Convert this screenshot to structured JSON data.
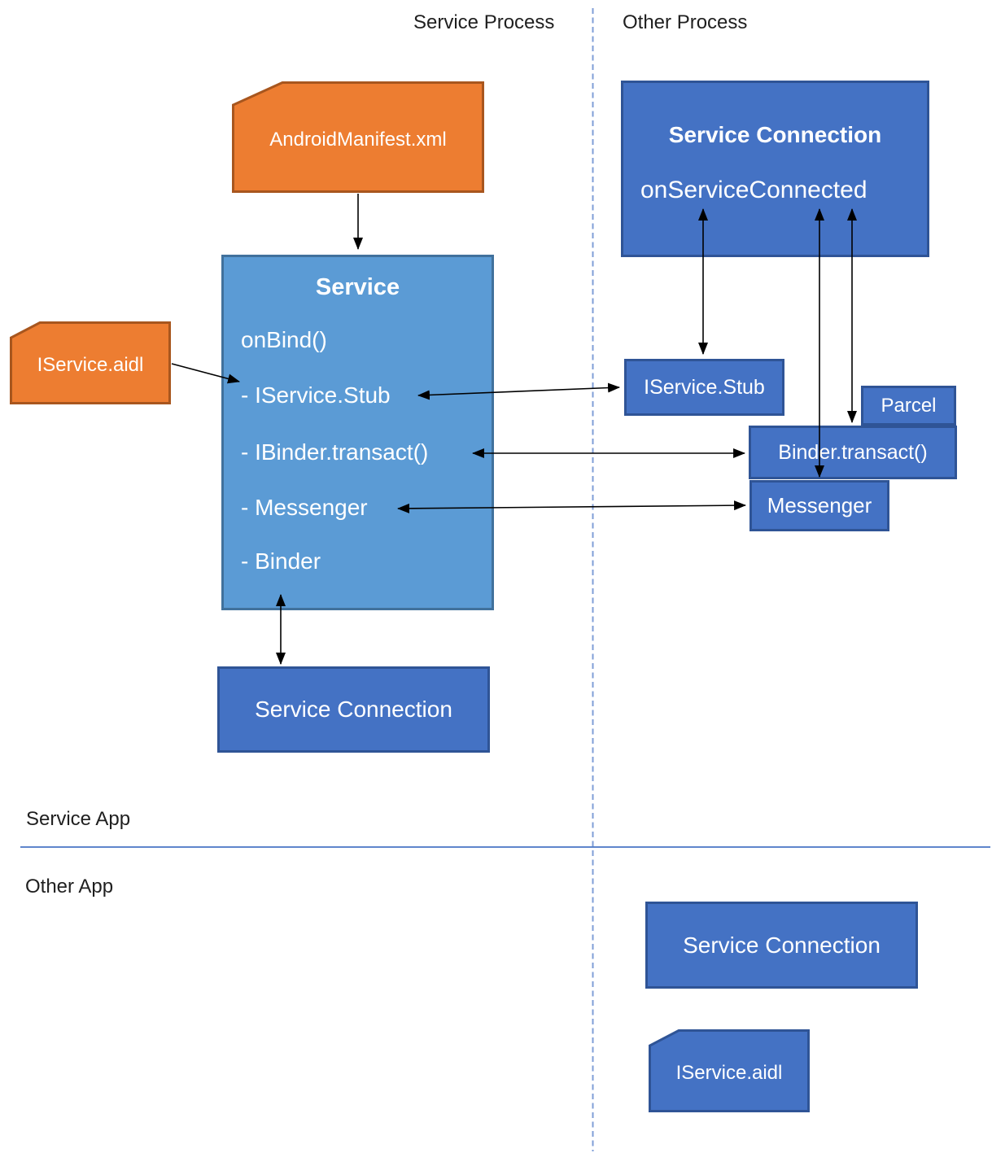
{
  "labels": {
    "service_process": "Service Process",
    "other_process": "Other Process",
    "service_app": "Service App",
    "other_app": "Other App"
  },
  "boxes": {
    "android_manifest": {
      "label": "AndroidManifest.xml"
    },
    "iservice_aidl_left": {
      "label": "IService.aidl"
    },
    "service": {
      "title": "Service",
      "items": [
        "onBind()",
        "- IService.Stub",
        "- IBinder.transact()",
        "- Messenger",
        "- Binder"
      ]
    },
    "service_connection_other": {
      "title": "Service Connection",
      "method": "onServiceConnected"
    },
    "iservice_stub": {
      "label": "IService.Stub"
    },
    "parcel": {
      "label": "Parcel"
    },
    "binder_transact": {
      "label": "Binder.transact()"
    },
    "messenger": {
      "label": "Messenger"
    },
    "service_connection_left": {
      "label": "Service Connection"
    },
    "service_connection_bottom": {
      "label": "Service Connection"
    },
    "iservice_aidl_bottom": {
      "label": "IService.aidl"
    }
  },
  "colors": {
    "orange_fill": "#ED7D31",
    "orange_border": "#A8561E",
    "light_blue_fill": "#5B9BD5",
    "light_blue_border": "#41719C",
    "dark_blue_fill": "#4472C4",
    "dark_blue_border": "#2F5496",
    "divider_dashed_blue": "#7F9ED7",
    "divider_solid_blue": "#4472C4",
    "arrow_black": "#000000"
  }
}
